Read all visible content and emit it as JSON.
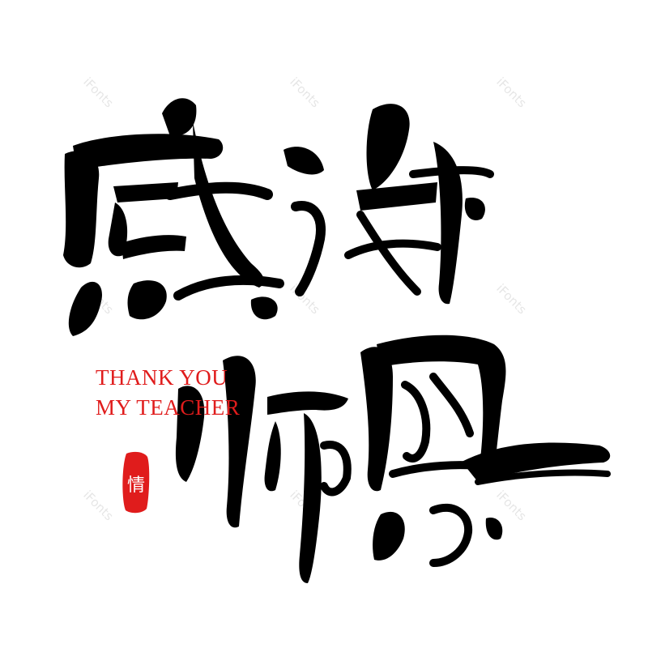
{
  "calligraphy": {
    "glyph_1": "感",
    "glyph_2": "谢",
    "glyph_3": "师",
    "glyph_4": "恩"
  },
  "subtitle": {
    "line_1": "THANK YOU",
    "line_2": "MY TEACHER"
  },
  "seal": {
    "character": "情"
  },
  "watermark": {
    "text": "iFonts"
  },
  "colors": {
    "ink": "#000000",
    "accent_red": "#e01c1c",
    "watermark": "#e6e6e6",
    "background": "#ffffff"
  }
}
